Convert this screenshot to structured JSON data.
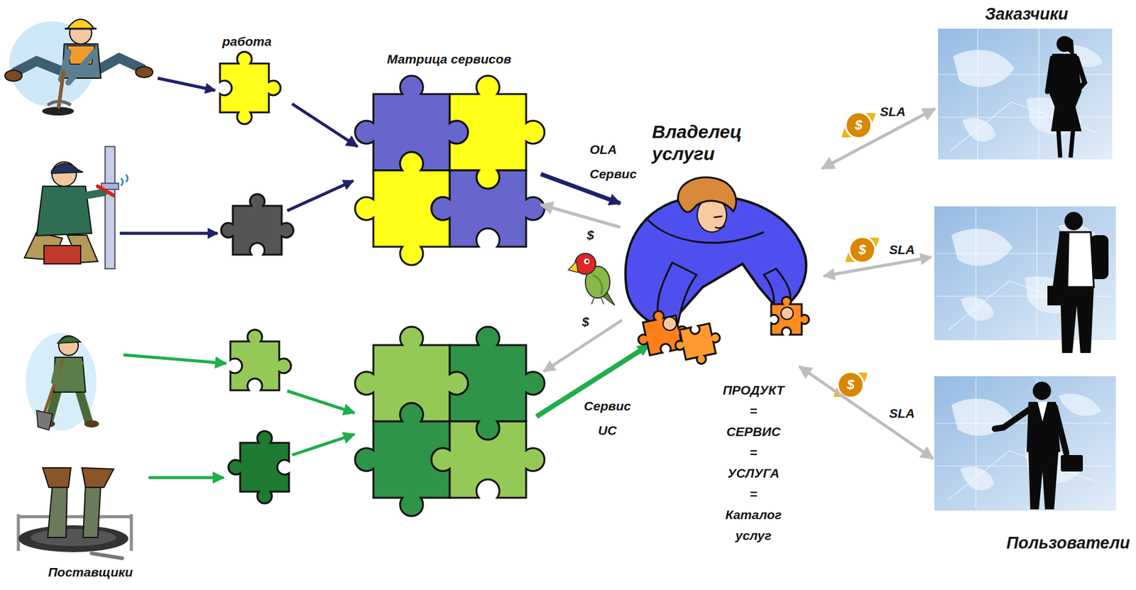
{
  "diagram": {
    "nodes": [
      {
        "text": [
          "работа"
        ]
      },
      {
        "text": [
          "Матрица сервисов"
        ]
      },
      {
        "text": [
          "Владелец услуги"
        ]
      },
      {
        "text": [
          "Заказчики"
        ]
      },
      {
        "text": [
          "Пользователи"
        ]
      }
    ],
    "edges": [
      {
        "from": 0,
        "to": 1,
        "arrow": "to"
      },
      {
        "from": 1,
        "to": 2,
        "arrow": "to",
        "label": "OLA Сервис"
      },
      {
        "from": 2,
        "to": 1,
        "arrow": "to",
        "label": "$"
      },
      {
        "from": 2,
        "to": 3,
        "arrow": "both",
        "label": "SLA"
      },
      {
        "from": 2,
        "to": 4,
        "arrow": "both",
        "label": "SLA"
      }
    ],
    "labels": [
      "$",
      "Сервис UC",
      "ПРОДУКТ = СЕРВИС = УСЛУГА = Каталог услуг",
      "$",
      "$",
      "SLA",
      "$",
      "Поставщики"
    ]
  }
}
